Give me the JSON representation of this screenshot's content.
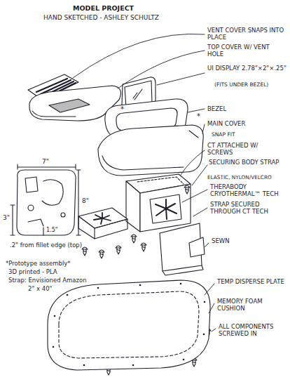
{
  "diagram": {
    "title": "MODEL PROJECT",
    "labels": [
      "HAND SKETCHED - ASHLEY SCHULTZ",
      "VENT COVER SNAPS INTO PLACE",
      "TOP COVER W/ VENT HOLE",
      "UI DISPLAY 2.78\"×2\"×.25\"",
      "(FITS UNDER BEZEL)",
      "BEZEL",
      "MAIN COVER",
      "SNAP FIT",
      "CT ATTACHED W/ SCREWS",
      "SECURING BODY STRAP",
      "ELASTIC, NYLON/VELCRO",
      "THERABODY CRYOTHERMAL™ TECH",
      "STRAP SECURED THROUGH CT TECH",
      "SEWN",
      "TEMP DISPERSE PLATE",
      "MEMORY FOAM CUSHION",
      "ALL COMPONENTS SCREWED IN",
      "7\"",
      "8\"",
      "3\"",
      "1.5\"",
      ".2\" from fillet edge (top)",
      "*Prototype assembly*",
      "3D printed - PLA",
      "Strap: Envisioned Amazon",
      "2\" x 40\"",
      "*",
      "*"
    ]
  }
}
